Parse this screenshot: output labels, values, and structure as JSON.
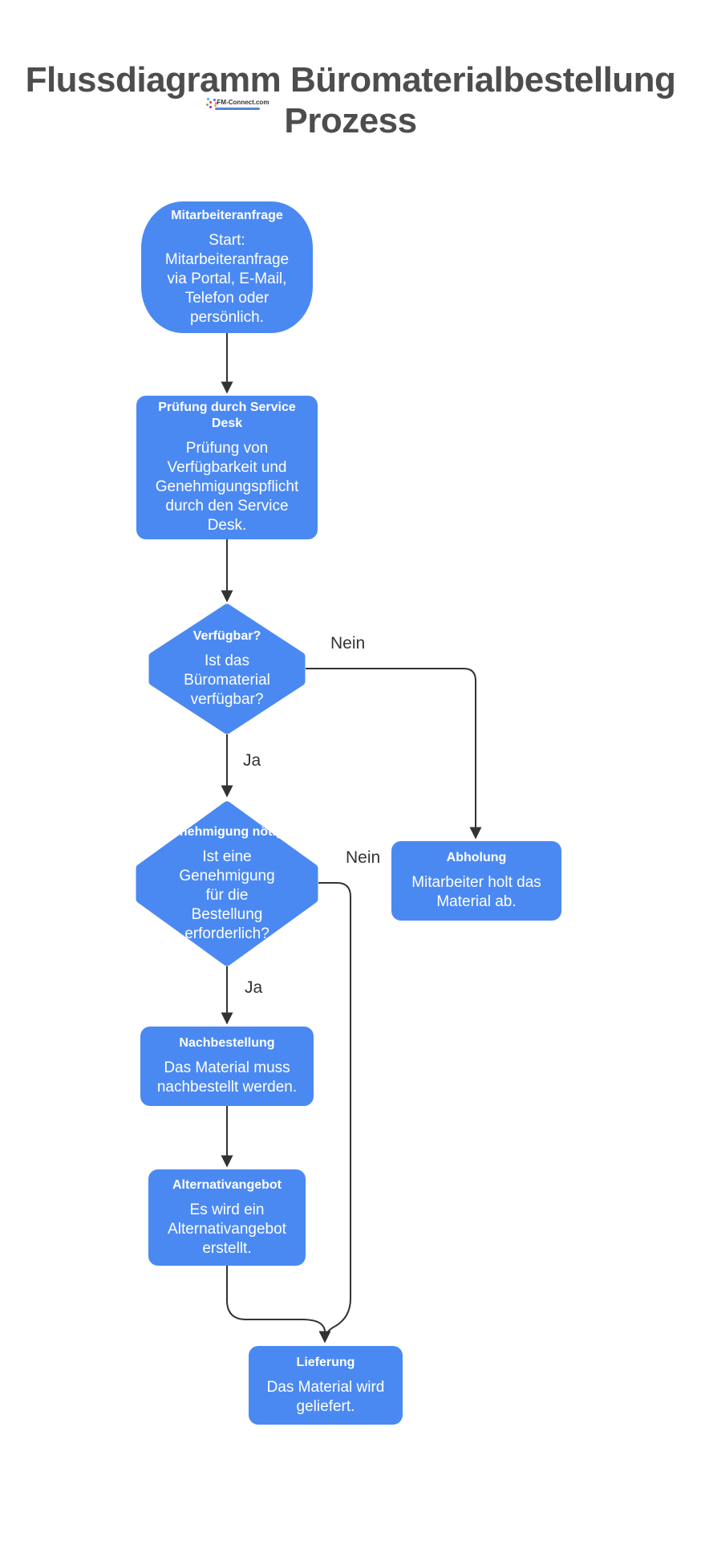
{
  "page": {
    "title_line1": "Flussdiagramm Büromaterialbestellung",
    "title_line2": "Prozess"
  },
  "logo": {
    "text": "FM-Connect.com"
  },
  "colors": {
    "node_fill": "#4b89f2",
    "node_text": "#ffffff",
    "edge": "#333333",
    "title": "#4d4d4d"
  },
  "nodes": {
    "mitarbeiteranfrage": {
      "title": "Mitarbeiteranfrage",
      "body": "Start:\nMitarbeiteranfrage\nvia Portal, E-Mail,\nTelefon oder\npersönlich."
    },
    "pruefung": {
      "title": "Prüfung durch Service\nDesk",
      "body": "Prüfung von\nVerfügbarkeit und\nGenehmigungspflicht\ndurch den Service\nDesk."
    },
    "verfuegbar": {
      "title": "Verfügbar?",
      "body": "Ist das\nBüromaterial\nverfügbar?"
    },
    "abholung": {
      "title": "Abholung",
      "body": "Mitarbeiter holt das\nMaterial ab."
    },
    "genehmigung": {
      "title": "Genehmigung nötig?",
      "body": "Ist eine\nGenehmigung\nfür die\nBestellung\nerforderlich?"
    },
    "nachbestellung": {
      "title": "Nachbestellung",
      "body": "Das Material muss\nnachbestellt werden."
    },
    "alternativangebot": {
      "title": "Alternativangebot",
      "body": "Es wird ein\nAlternativangebot\nerstellt."
    },
    "lieferung": {
      "title": "Lieferung",
      "body": "Das Material wird\ngeliefert."
    }
  },
  "labels": {
    "verfuegbar_nein": "Nein",
    "verfuegbar_ja": "Ja",
    "genehmigung_nein": "Nein",
    "genehmigung_ja": "Ja"
  }
}
